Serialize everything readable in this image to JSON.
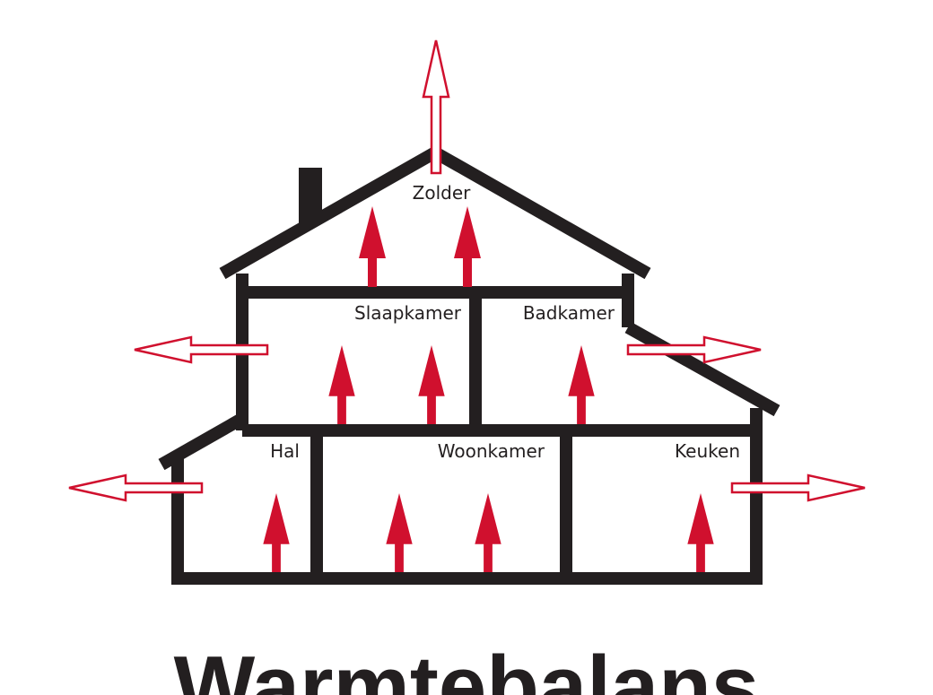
{
  "title": "Warmtebalans",
  "rooms": {
    "attic": "Zolder",
    "bedroom": "Slaapkamer",
    "bathroom": "Badkamer",
    "hall": "Hal",
    "living_room": "Woonkamer",
    "kitchen": "Keuken"
  },
  "colors": {
    "wall": "#231f20",
    "heat_arrow": "#d0102e",
    "outline_arrow": "#d0102e",
    "background": "#ffffff"
  }
}
